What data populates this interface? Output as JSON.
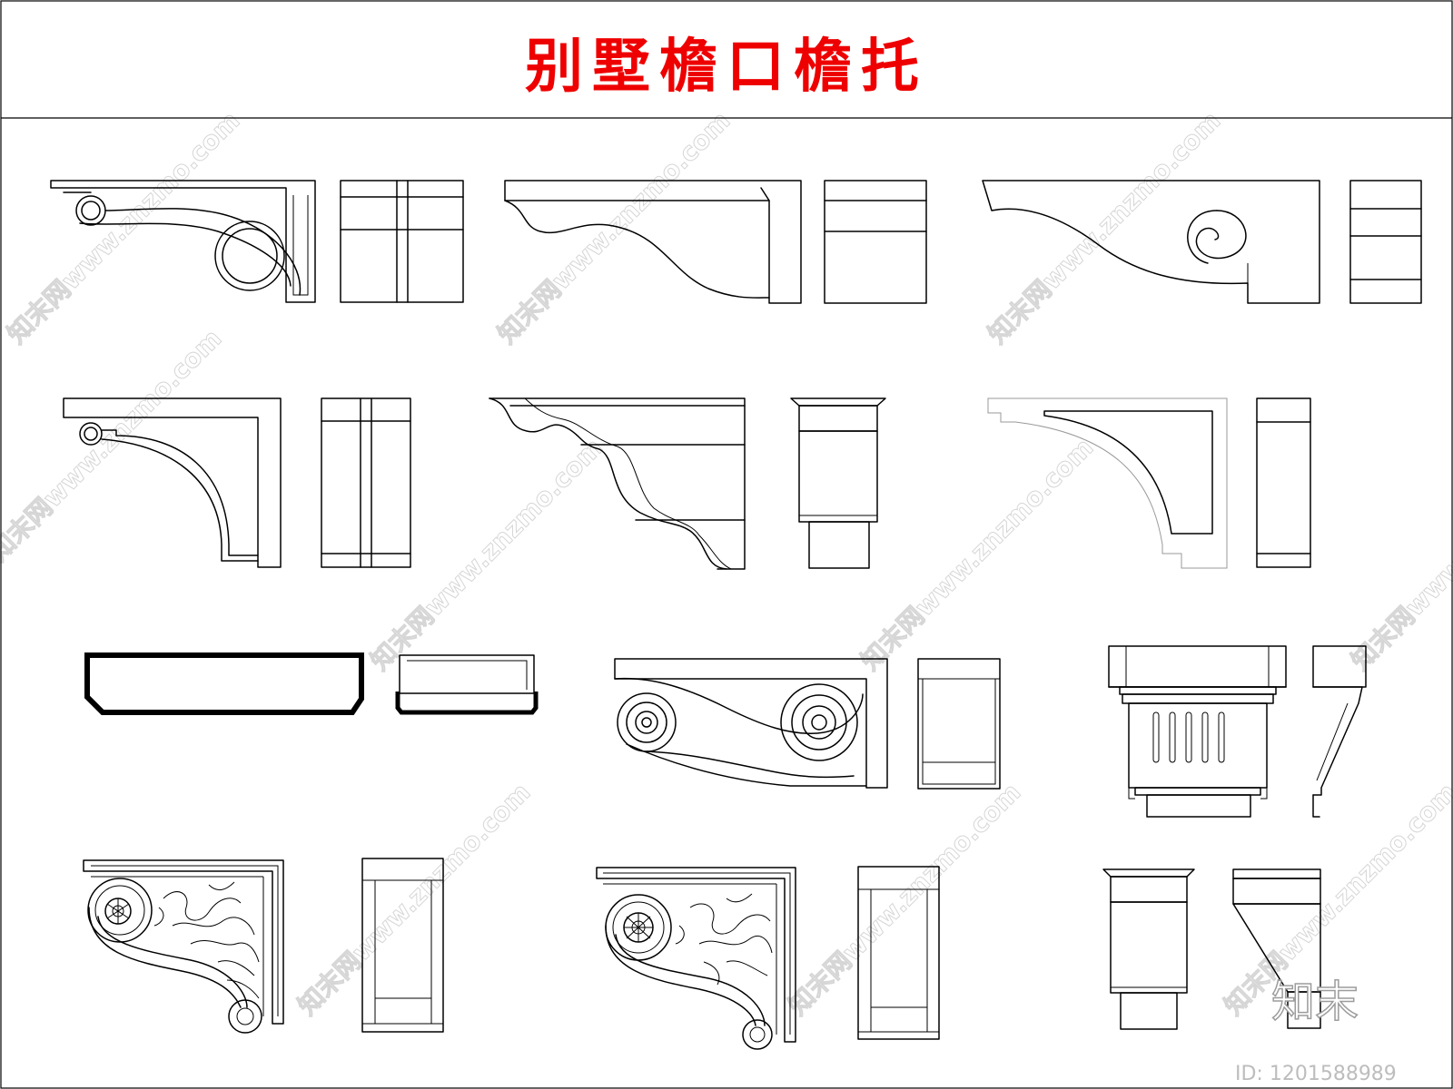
{
  "title": "别墅檐口檐托",
  "watermark": {
    "text": "知末网www.znzmo.com",
    "logo": "知末",
    "id_label": "ID: 1201588989"
  },
  "colors": {
    "title": "#ee0000",
    "line": "#000000",
    "watermark": "#d6d6d6",
    "background": "#ffffff"
  },
  "drawings": [
    {
      "name": "scroll-bracket-1-elevation"
    },
    {
      "name": "scroll-bracket-1-front"
    },
    {
      "name": "wave-bracket-elevation"
    },
    {
      "name": "wave-bracket-front"
    },
    {
      "name": "volute-bracket-elevation"
    },
    {
      "name": "volute-bracket-front"
    },
    {
      "name": "curve-bracket-elevation"
    },
    {
      "name": "curve-bracket-front"
    },
    {
      "name": "cornice-profile-elevation"
    },
    {
      "name": "cornice-profile-front"
    },
    {
      "name": "stepped-bracket-elevation"
    },
    {
      "name": "stepped-bracket-front"
    },
    {
      "name": "gutter-section-large"
    },
    {
      "name": "gutter-section-small"
    },
    {
      "name": "double-scroll-corbel-elevation"
    },
    {
      "name": "double-scroll-corbel-front"
    },
    {
      "name": "fluted-corbel-front"
    },
    {
      "name": "fluted-corbel-side"
    },
    {
      "name": "ornate-bracket-1-elevation"
    },
    {
      "name": "ornate-bracket-1-front"
    },
    {
      "name": "ornate-bracket-2-elevation"
    },
    {
      "name": "ornate-bracket-2-front"
    },
    {
      "name": "column-corbel-front"
    },
    {
      "name": "column-corbel-side"
    }
  ]
}
